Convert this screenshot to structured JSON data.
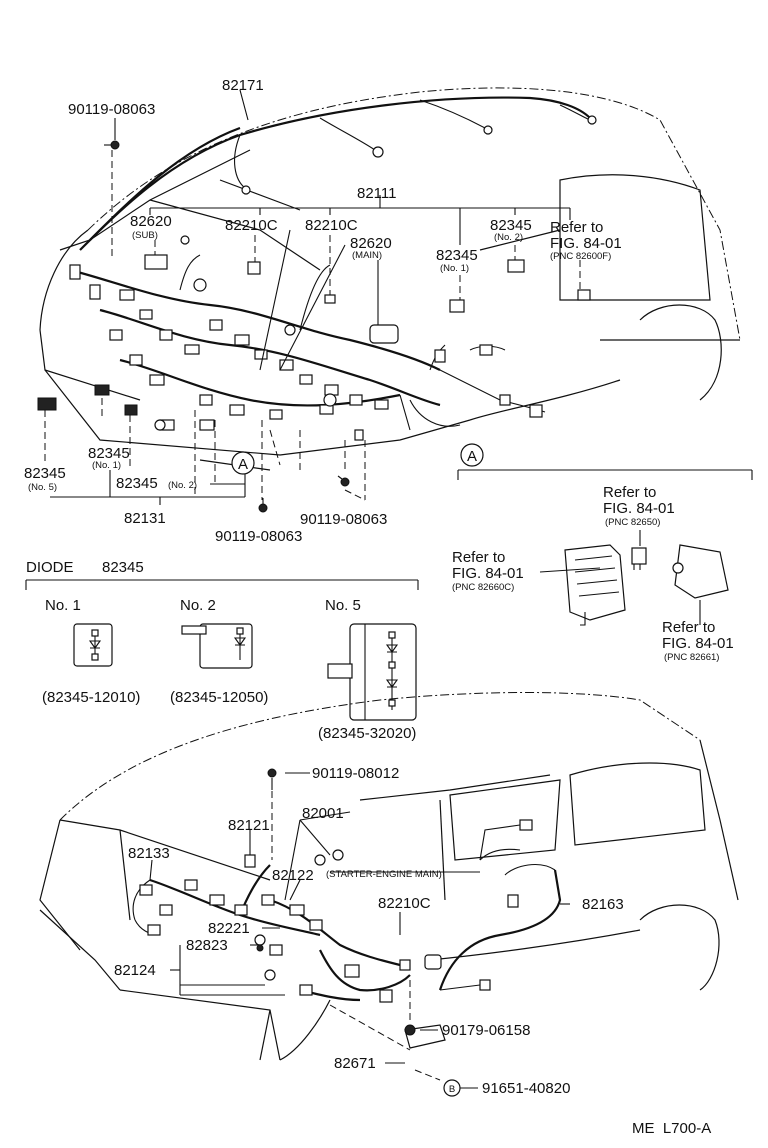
{
  "top": {
    "labels": {
      "p82171": "82171",
      "p90119_top": "90119-08063",
      "p82111": "82111",
      "p82620_sub": "82620",
      "sub_note": "(SUB)",
      "p82210c_a": "82210C",
      "p82210c_b": "82210C",
      "p82620_main": "82620",
      "main_note": "(MAIN)",
      "p82345_no2_top": "82345",
      "no2_note": "(No. 2)",
      "refer1_a": "Refer to",
      "refer1_b": "FIG. 84-01",
      "refer1_c": "(PNC 82600F)",
      "p82345_no1_mid": "82345",
      "no1_note_mid": "(No. 1)",
      "p82345_left_no1": "82345",
      "no1_note_left": "(No. 1)",
      "p82345_no5": "82345",
      "no5_note": "(No. 5)",
      "p82345_no2_bot": "82345",
      "no2_note_bot": "(No. 2)",
      "p82131": "82131",
      "p90119_bl": "90119-08063",
      "p90119_br": "90119-08063",
      "circle_a": "A"
    }
  },
  "detail_a": {
    "circle": "A",
    "refer1_a": "Refer to",
    "refer1_b": "FIG. 84-01",
    "refer1_c": "(PNC 82650)",
    "refer2_a": "Refer to",
    "refer2_b": "FIG. 84-01",
    "refer2_c": "(PNC 82660C)",
    "refer3_a": "Refer to",
    "refer3_b": "FIG. 84-01",
    "refer3_c": "(PNC 82661)"
  },
  "diode": {
    "title": "DIODE",
    "part": "82345",
    "items": [
      {
        "label": "No. 1",
        "pn": "(82345-12010)"
      },
      {
        "label": "No. 2",
        "pn": "(82345-12050)"
      },
      {
        "label": "No. 5",
        "pn": "(82345-32020)"
      }
    ]
  },
  "bottom": {
    "labels": {
      "p90119_08012": "90119-08012",
      "p82001": "82001",
      "p82121": "82121",
      "p82133": "82133",
      "p82122": "82122",
      "starter_note": "(STARTER-ENGINE MAIN)",
      "p82163": "82163",
      "p82221": "82221",
      "p82210c": "82210C",
      "p82823": "82823",
      "p82124": "82124",
      "p90179": "90179-06158",
      "p82671": "82671",
      "circle_b": "B",
      "p91651": "91651-40820"
    }
  },
  "footer": {
    "code": "ME  L700-A"
  }
}
